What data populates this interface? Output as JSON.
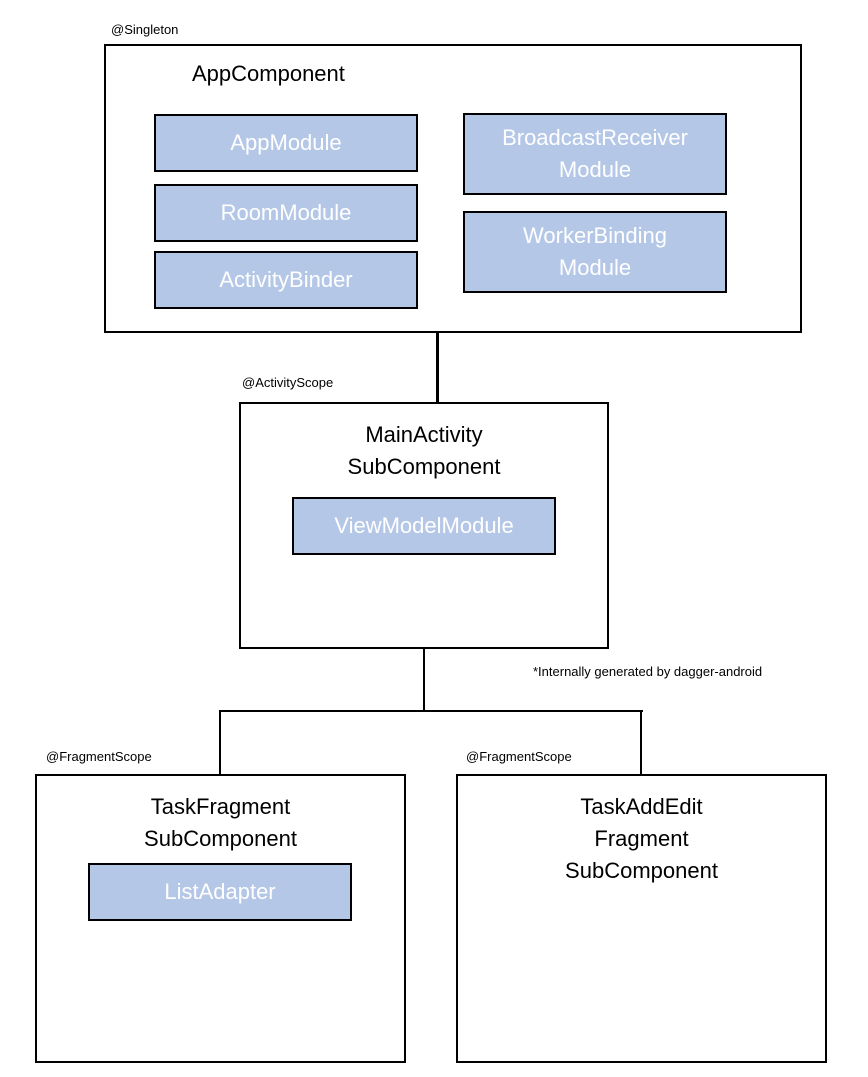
{
  "app_component": {
    "scope": "@Singleton",
    "title": "AppComponent",
    "modules": [
      {
        "label": "AppModule"
      },
      {
        "label": "RoomModule"
      },
      {
        "label": "ActivityBinder"
      },
      {
        "label": "BroadcastReceiver\nModule"
      },
      {
        "label": "WorkerBinding\nModule"
      }
    ]
  },
  "main_activity_subcomponent": {
    "scope": "@ActivityScope",
    "title": "MainActivity\nSubComponent",
    "modules": [
      {
        "label": "ViewModelModule"
      }
    ]
  },
  "note": "*Internally generated by dagger-android",
  "task_fragment_subcomponent": {
    "scope": "@FragmentScope",
    "title": "TaskFragment\nSubComponent",
    "modules": [
      {
        "label": "ListAdapter"
      }
    ]
  },
  "task_add_edit_fragment_subcomponent": {
    "scope": "@FragmentScope",
    "title": "TaskAddEdit\nFragment\nSubComponent",
    "modules": []
  },
  "colors": {
    "module_fill": "#b4c7e7",
    "module_text": "#ffffff",
    "border": "#000000"
  }
}
